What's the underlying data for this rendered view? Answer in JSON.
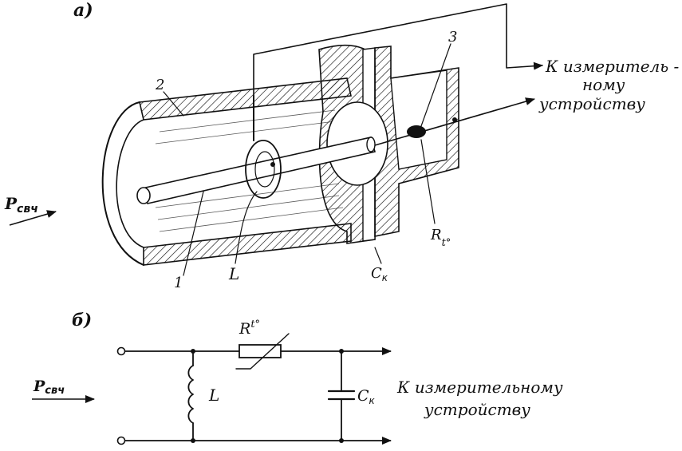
{
  "panel_a": {
    "label": "а)",
    "input_label": "P",
    "input_sub": "свч",
    "output_line1": "К измеритель -",
    "output_line2": "ному",
    "output_line3": "устройству",
    "callout_1": "1",
    "callout_2": "2",
    "callout_3": "3",
    "callout_L": "L",
    "callout_R": "R",
    "callout_R_sub": "t°",
    "callout_C": "C",
    "callout_C_sub": "к"
  },
  "panel_b": {
    "label": "б)",
    "input_label": "P",
    "input_sub": "свч",
    "R": "R",
    "R_sub": "t°",
    "L": "L",
    "C": "C",
    "C_sub": "к",
    "output_line1": "К измерительному",
    "output_line2": "устройству"
  },
  "colors": {
    "ink": "#111111",
    "paper": "#ffffff"
  }
}
